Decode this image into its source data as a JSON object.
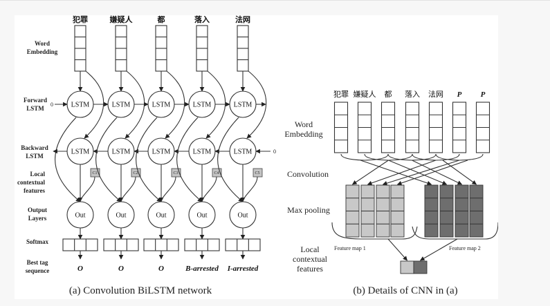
{
  "panel_a": {
    "caption": "(a) Convolution BiLSTM network",
    "row_labels": {
      "word_embedding": [
        "Word",
        "Embedding"
      ],
      "forward_lstm": [
        "Forward",
        "LSTM"
      ],
      "backward_lstm": [
        "Backward",
        "LSTM"
      ],
      "local_features": [
        "Local",
        "contextual",
        "features"
      ],
      "output_layers": [
        "Output",
        "Layers"
      ],
      "softmax": [
        "Softmax"
      ],
      "best_tag": [
        "Best tag",
        "sequence"
      ]
    },
    "tokens": [
      "犯罪",
      "嫌疑人",
      "都",
      "落入",
      "法网"
    ],
    "lstm_label": "LSTM",
    "out_label": "Out",
    "context_boxes": [
      "C1",
      "C2",
      "C3",
      "C4",
      "C5"
    ],
    "tags": [
      "O",
      "O",
      "O",
      "B-arrested",
      "I-arrested"
    ],
    "initial_state": "0"
  },
  "panel_b": {
    "caption": "(b) Details of CNN in (a)",
    "row_labels": {
      "word_embedding": [
        "Word",
        "Embedding"
      ],
      "convolution": [
        "Convolution"
      ],
      "max_pooling": [
        "Max pooling"
      ],
      "local_features": [
        "Local",
        "contextual",
        "features"
      ]
    },
    "tokens": [
      "犯罪",
      "嫌疑人",
      "都",
      "落入",
      "法网",
      "P",
      "P"
    ],
    "feature_maps": [
      "Feature map 1",
      "Feature map 2"
    ],
    "colors": {
      "map1": "#c8c8c8",
      "map2": "#6e6e6e"
    }
  }
}
